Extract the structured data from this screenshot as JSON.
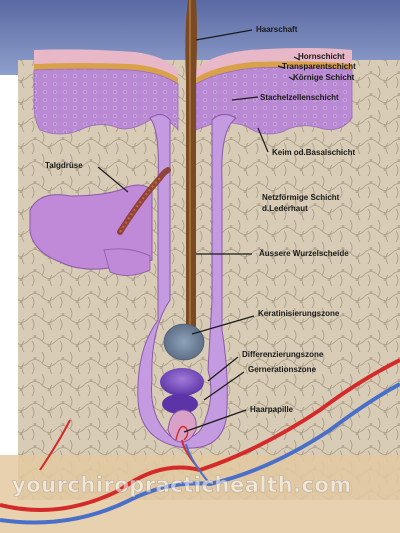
{
  "labels": {
    "haarschaft": "Haarschaft",
    "hornschicht": "Hornschicht",
    "transparentschicht": "Transparentschicht",
    "koernige_schicht": "Körnige Schicht",
    "stachelzellenschicht": "Stachelzellenschicht",
    "keim_basalschicht": "Keim od.Basalschicht",
    "talgdruese": "Talgdrüse",
    "netzfoermige_schicht_1": "Netzförmige Schicht",
    "netzfoermige_schicht_2": "d.Lederhaut",
    "aeussere_wurzelscheide": "Äussere Wurzelscheide",
    "keratinisierungszone": "Keratinisierungszone",
    "differenzierungszone": "Differenzierungszone",
    "gernerationszone": "Gernerationszone",
    "haarpapille": "Haarpapille"
  },
  "watermark": "yourchiropractichealth.com",
  "colors": {
    "background_sky": "#5f6fa6",
    "horn_layer": "#e8b8c8",
    "transparent_layer": "#f4dde0",
    "granular_layer": "#d9a24a",
    "spinous_layer": "#b585d2",
    "dermis": "#d8ccb6",
    "hair_shaft": "#7a4a22",
    "sebaceous_gland": "#8a3b2a",
    "artery": "#d42a2a",
    "vein": "#4a6fc9"
  }
}
